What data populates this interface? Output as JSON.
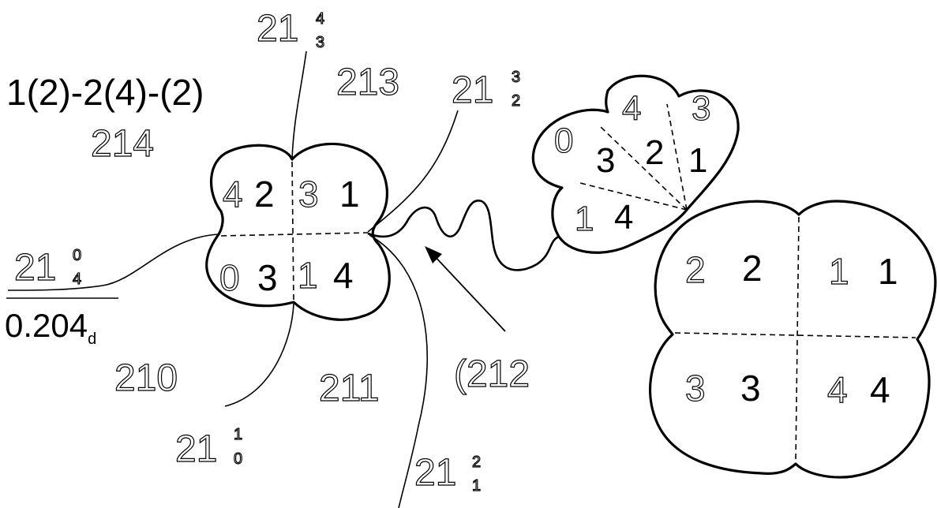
{
  "formula": "1(2)-2(4)-(2)",
  "decimal": {
    "main": "0.204",
    "sub": "d"
  },
  "region_labels": {
    "r214": "214",
    "r213": "213",
    "r210": "210",
    "r211": "211",
    "r212": "(212"
  },
  "points": {
    "p21_43": {
      "base": "21",
      "sup": "4",
      "sub": "3"
    },
    "p21_32": {
      "base": "21",
      "sup": "3",
      "sub": "2"
    },
    "p21_04": {
      "base": "21",
      "sup": "0",
      "sub": "4"
    },
    "p21_10": {
      "base": "21",
      "sup": "1",
      "sub": "0"
    },
    "p21_21": {
      "base": "21",
      "sup": "2",
      "sub": "1"
    }
  },
  "left_blob": {
    "top_left": {
      "hollow": "4",
      "solid": "2"
    },
    "top_right": {
      "hollow": "3",
      "solid": "1"
    },
    "bot_left": {
      "hollow": "0",
      "solid": "3"
    },
    "bot_right": {
      "hollow": "1",
      "solid": "4"
    }
  },
  "fan_blob": {
    "hollow": [
      "0",
      "4",
      "3",
      "1"
    ],
    "solid": [
      "3",
      "2",
      "1",
      "4"
    ]
  },
  "right_blob": {
    "top_left": {
      "hollow": "2",
      "solid": "2"
    },
    "top_right": {
      "hollow": "1",
      "solid": "1"
    },
    "bot_left": {
      "hollow": "3",
      "solid": "3"
    },
    "bot_right": {
      "hollow": "4",
      "solid": "4"
    }
  }
}
